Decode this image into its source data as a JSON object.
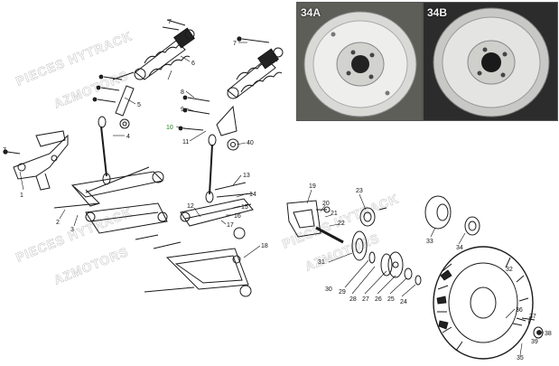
{
  "watermark": {
    "line1": "PIECES HYTRACK",
    "line2": "AZMOTORS"
  },
  "photos": [
    {
      "label": "34A"
    },
    {
      "label": "34B"
    }
  ],
  "callouts": [
    {
      "text": "1"
    },
    {
      "text": "2"
    },
    {
      "text": "3"
    },
    {
      "text": "4"
    },
    {
      "text": "5"
    },
    {
      "text": "6"
    },
    {
      "text": "7"
    },
    {
      "text": "8"
    },
    {
      "text": "9"
    },
    {
      "text": "10"
    },
    {
      "text": "11"
    },
    {
      "text": "12"
    },
    {
      "text": "13"
    },
    {
      "text": "14"
    },
    {
      "text": "15"
    },
    {
      "text": "16"
    },
    {
      "text": "17"
    },
    {
      "text": "18"
    },
    {
      "text": "19"
    },
    {
      "text": "20"
    },
    {
      "text": "21"
    },
    {
      "text": "22"
    },
    {
      "text": "23"
    },
    {
      "text": "24"
    },
    {
      "text": "25"
    },
    {
      "text": "26"
    },
    {
      "text": "27"
    },
    {
      "text": "28"
    },
    {
      "text": "29"
    },
    {
      "text": "30"
    },
    {
      "text": "31"
    },
    {
      "text": "32"
    },
    {
      "text": "33"
    },
    {
      "text": "34"
    },
    {
      "text": "35"
    },
    {
      "text": "36"
    },
    {
      "text": "37"
    },
    {
      "text": "38"
    },
    {
      "text": "39"
    },
    {
      "text": "40"
    },
    {
      "text": "7"
    },
    {
      "text": "7"
    }
  ],
  "colors": {
    "linework": "#1a1a1a",
    "watermark": "#c9c9c9",
    "callout_green": "#1a8a1a",
    "photo_bg_a": "#6b6b66",
    "photo_bg_b": "#3a3a3a"
  }
}
